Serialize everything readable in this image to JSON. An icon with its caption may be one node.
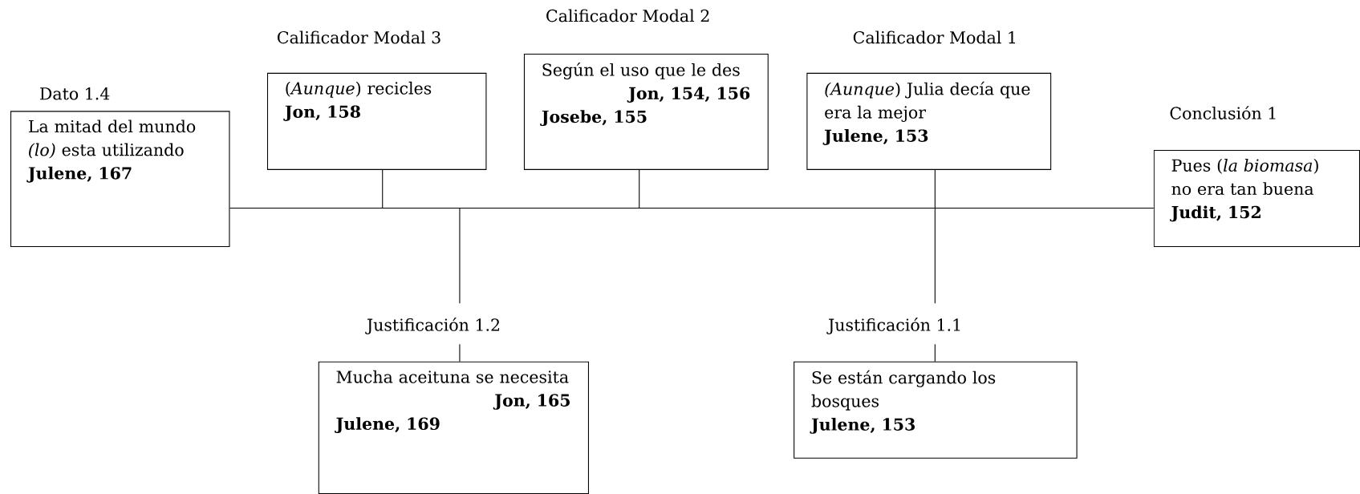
{
  "diagram": {
    "nodes": [
      {
        "text": [
          "Dato 1.4",
          "La mitad del mundo *(lo)* esta utilizando",
          "Julene, 167"
        ]
      },
      {
        "text": [
          "Calificador Modal 3",
          "(*Aunque*) recicles",
          "Jon, 158"
        ]
      },
      {
        "text": [
          "Calificador Modal 2",
          "Según el uso que le des",
          "Jon, 154, 156",
          "Josebe, 155"
        ]
      },
      {
        "text": [
          "Calificador Modal 1",
          "*(Aunque*) Julia decía que era la mejor",
          "Julene, 153"
        ]
      },
      {
        "text": [
          "Conclusión 1",
          "Pues (*la biomasa*) no era tan buena",
          "Judit, 152"
        ]
      },
      {
        "text": [
          "Justificación 1.2",
          "Mucha aceituna se necesita",
          "Jon, 165",
          "Julene, 169"
        ]
      },
      {
        "text": [
          "Justificación 1.1",
          "Se están cargando los bosques",
          "Julene, 153"
        ]
      }
    ],
    "edges": [
      {
        "from": 0,
        "to": 4,
        "arrow": "none"
      },
      {
        "from": 1,
        "to": null,
        "arrow": "none"
      },
      {
        "from": 2,
        "to": null,
        "arrow": "none"
      },
      {
        "from": 3,
        "to": null,
        "arrow": "none"
      },
      {
        "from": 5,
        "to": null,
        "arrow": "none"
      },
      {
        "from": 6,
        "to": null,
        "arrow": "none"
      }
    ]
  }
}
